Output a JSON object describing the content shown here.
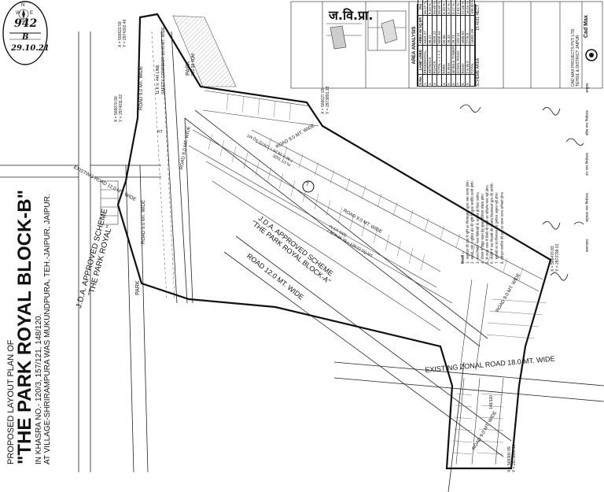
{
  "title": {
    "line1": "PROPOSED LAYOUT PLAN OF",
    "line2": "\"THE PARK ROYAL BLOCK-B\"",
    "line3": "IN KHASRA NO.- 120/3, 157/121, 148/120.",
    "line4": "AT VILLAGE-SHRIRAMPURA WAS MUKUNDPURA, TEH.-JAIPUR, JAIPUR."
  },
  "stamp": {
    "num": "942",
    "letter": "B",
    "date": "29.10.21"
  },
  "compass": {
    "n": "N",
    "s": "S",
    "e": "E",
    "w": "W"
  },
  "roads": {
    "existing_12": "EXISTING ROAD 12.0 MT. WIDE",
    "road_9_left_a": "ROAD 9.0 MT. WIDE",
    "road_9_left_b": "ROAD 9.0 MT. WIDE",
    "road_9_left_c": "ROAD 9.0 MT. WIDE",
    "road_12_bottom": "ROAD 12.0 MT. WIDE",
    "road_9_mid": "ROAD 9.0 MT. WIDE",
    "road_9_upper": "ROAD 9.0 MT. WIDE",
    "road_9_right": "ROAD 9.0 MT. WIDE",
    "road_9_lower": "ROAD 9.0 MT. WIDE",
    "zonal_road": "EXISTING ZONAL ROAD 18.0 MT. WIDE",
    "khasra_148": "148/120"
  },
  "scheme_labels": {
    "jda_left_1": "J.D.A. APPROVED SCHEME",
    "jda_left_2": "\"THE PARK ROYAL\"",
    "jda_center_1": "J.D.A. APPROVED SCHEME",
    "jda_center_2": "\"THE PARK ROYAL BLOCK-A\"",
    "park_left": "PARK",
    "park_top": "PARK",
    "park_area": "882.98 SQM",
    "plot_size_1": "PLOT SIZE",
    "plot_size_1b": "7.92 X 16.29 = 129.02 SQ.MT.",
    "plot_size_2": "PLOT SIZE",
    "plot_size_2b": "7.92 X 16.29 = 129.02 SQ.MT.",
    "htl": "HT",
    "safety": "SAFETY CORRIDOR 18.00 MT. WIDE",
    "kv_line": "11 K.V. 440 LINE",
    "entry_circle": "7"
  },
  "coords": {
    "top_x": "X = 566622.59",
    "top_y": "Y = 2974302.46",
    "left_x": "X = 566070.90",
    "left_y": "Y = 2974011.62",
    "mid_x": "X = 566627.03",
    "mid_y": "Y = 2973891.33",
    "right_x": "X = 566470.83",
    "right_y": "Y = 2973798.01",
    "bottom_x": "X = 566300.99",
    "bottom_y": "Y = 2973600.19"
  },
  "jvp_stamp": "ज.वि.प्रा.",
  "area_analysis": {
    "heading": "AREA ANALYSIS",
    "columns": [
      "S.No.",
      "LAND USED",
      "AREA IN SQ.MT.",
      "(%)"
    ],
    "rows": [
      [
        "1.",
        "RESIDENTIAL",
        "9453.27",
        "56.27 %"
      ],
      [
        "2.",
        "SETBACK",
        "38.27",
        "0.23 %"
      ],
      [
        "3.",
        "ROADS",
        "9509.23",
        "56.60 %"
      ],
      [
        "",
        "TOTAL = 1 + 2",
        "9500.54",
        "56.50 %"
      ],
      [
        "4.",
        "PARK",
        "55.66",
        "0.33 %"
      ],
      [
        "5.",
        "E.W.M.",
        "28.33",
        "0.17 %"
      ],
      [
        "6.",
        "MOBILE TOWER",
        "28.73",
        "0.17 %"
      ],
      [
        "7.",
        "ZONAL ROAD",
        "426.13",
        "2.54 %"
      ],
      [
        "8.",
        "ROAD",
        "4580.63",
        "27.26 %"
      ],
      [
        "9.",
        "2 E.W.S",
        "2778.8",
        "16.54 %"
      ],
      [
        "",
        "TOTAL",
        "16801.09",
        "100.00 %"
      ]
    ],
    "scheme_area": "SCHEME AREA",
    "scheme_val": "15.4031 HECT."
  },
  "company": {
    "name": "Cad Max",
    "sub": "CAD MAX PROJECTS PVT. LTD.",
    "addr": "TEHSIL & DISTRICT JAIPUR"
  },
  "notes_heading": "टिप्पणी :-",
  "notes": [
    "1. अनुमोदन की दशा में भूमि का नियमानुसार शुल्क जमा कराना होगा।",
    "2. सड़कों, पार्क व सुविधा क्षेत्र की भूमि नि:शुल्क समर्पित करनी होगी।",
    "3. भवन निर्माण भवन विनियमों के अनुसार ही किया जायेगा।",
    "4. योजना में विद्युत लाइन हेतु सुरक्षा गलियारा छोड़ना होगा।",
    "5. ले-आउट प्लान में किसी भी प्रकार का परिवर्तन मान्य नहीं होगा।",
    "6. योजना में जल निकासी की व्यवस्था विकासकर्ता द्वारा की जायेगी।",
    "7. भूखण्डों का उप-विभाजन एवं पुनर्गठन अनुमत नहीं होगा।",
    "8. स्वीकृत मानचित्र की शर्तों का पालन करना अनिवार्य होगा।"
  ],
  "signature_labels": [
    "प्रारूपकार",
    "सहायक नगर नियोजक",
    "उप नगर नियोजक",
    "वरिष्ठ नगर नियोजक",
    "आयुक्त"
  ]
}
